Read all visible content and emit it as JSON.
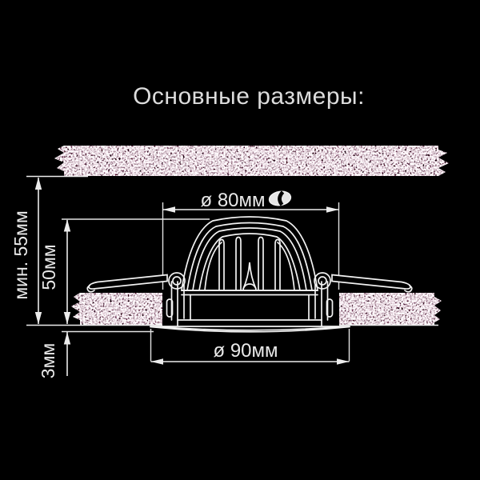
{
  "title": "Основные размеры:",
  "dimension_labels": {
    "cutout_diameter": "ø 80мм",
    "outer_diameter": "ø 90мм",
    "min_recess_depth": "мин. 55мм",
    "body_height": "50мм",
    "flange_thickness": "3мм"
  },
  "icons": {
    "after_cutout_dimension": "tilt-lamp-icon"
  },
  "colors": {
    "background": "#000000",
    "drawing_line": "#f2f2f2",
    "text": "#e9e9e9",
    "ceiling_texture": "#c9bcc2"
  }
}
